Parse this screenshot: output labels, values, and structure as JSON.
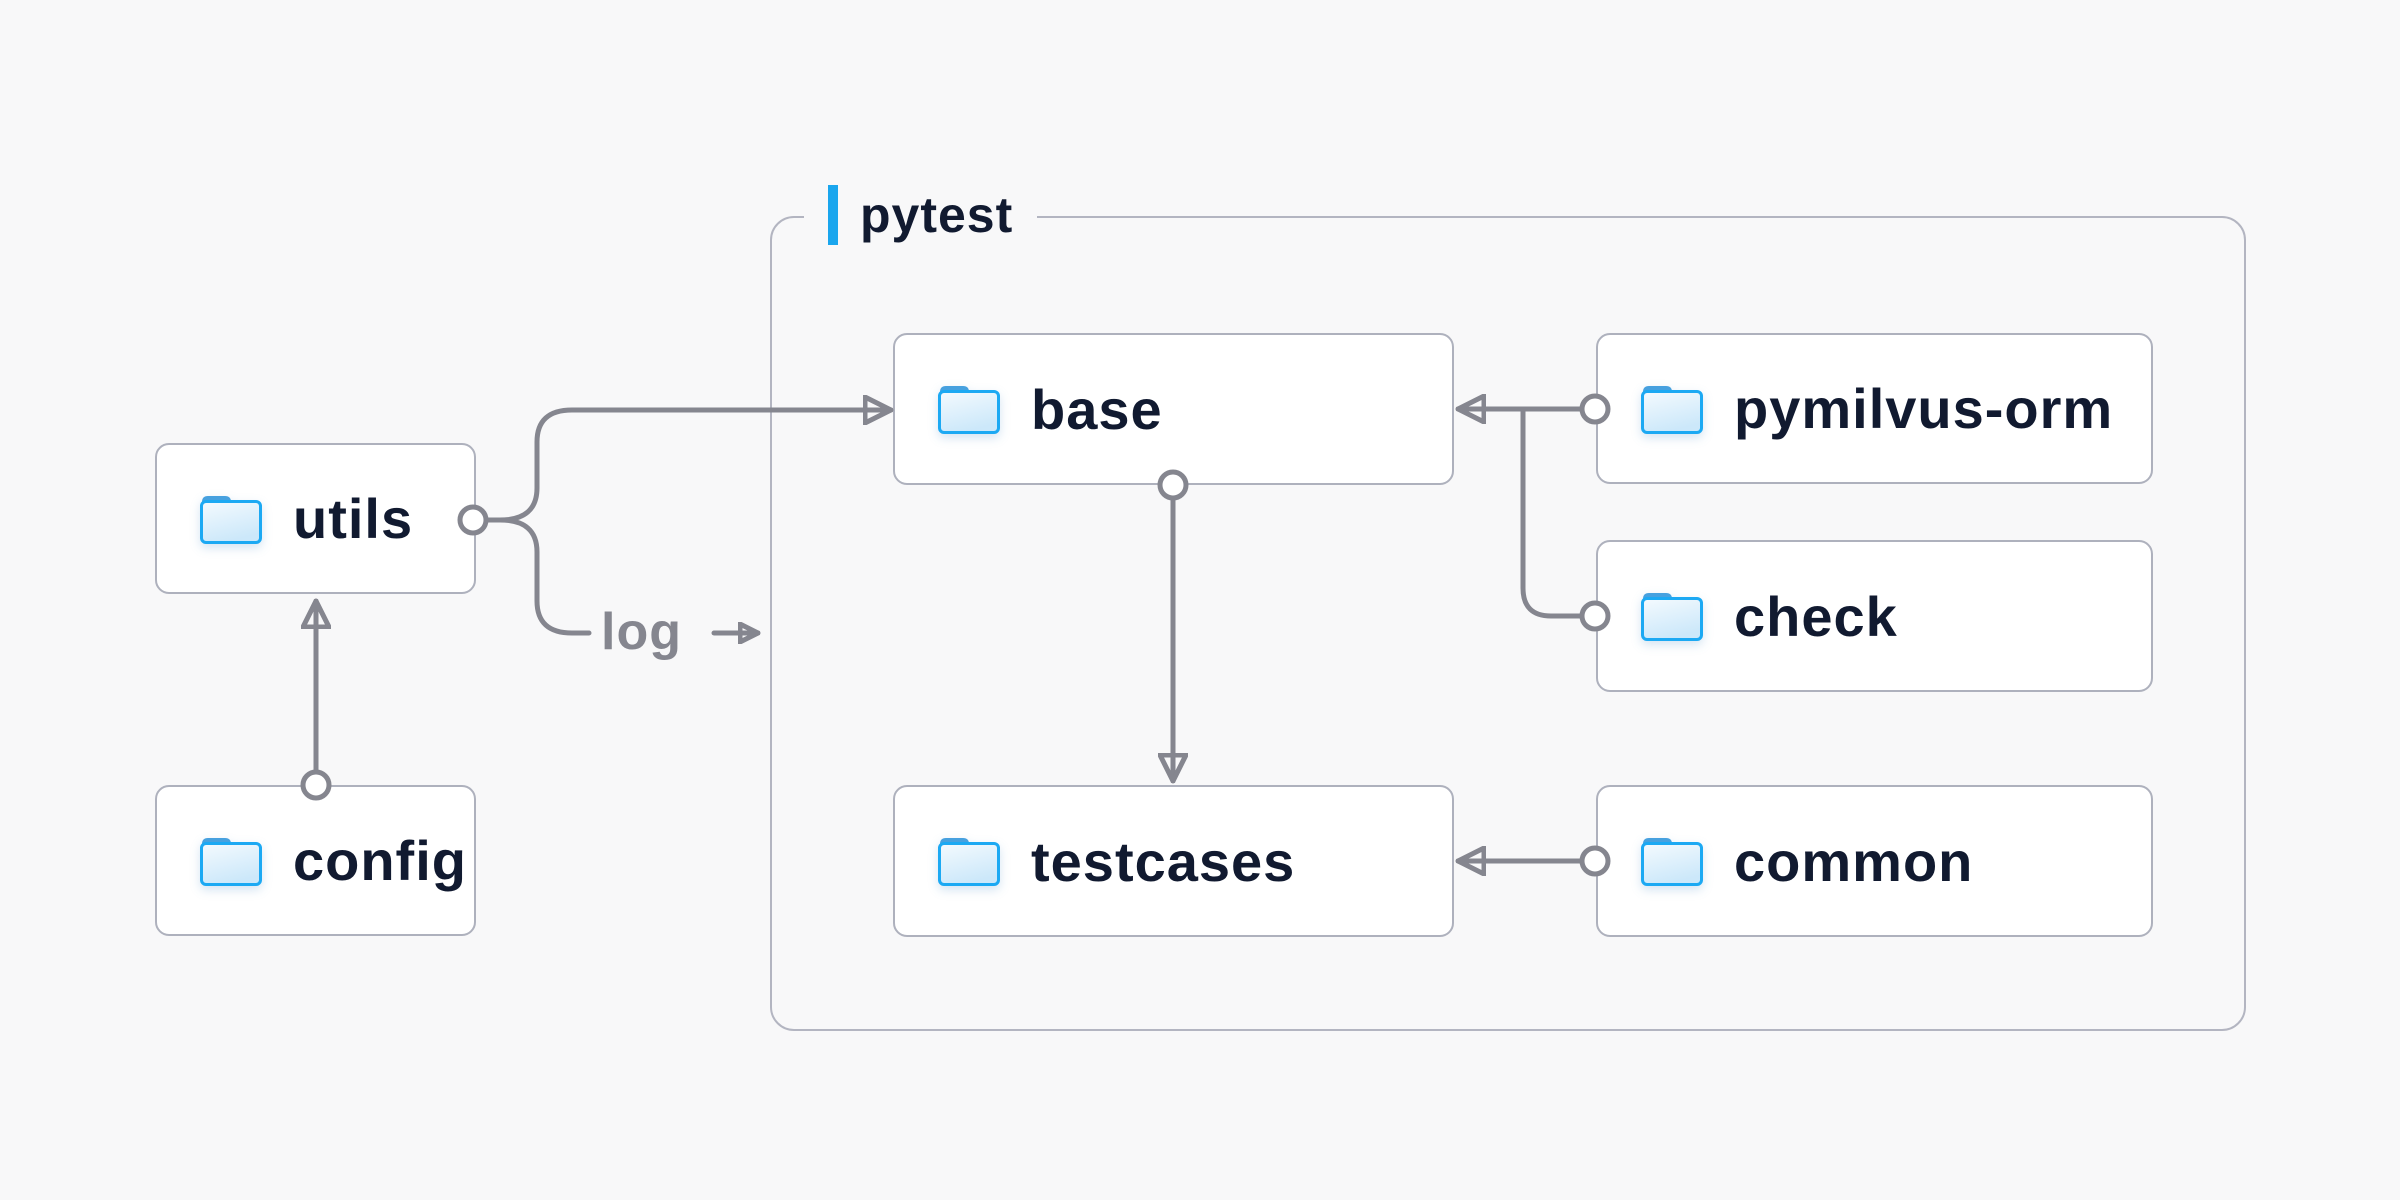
{
  "group": {
    "label": "pytest",
    "accent_color": "#1aa6ee"
  },
  "nodes": [
    {
      "id": "utils",
      "label": "utils",
      "icon": "folder-icon",
      "inside_group": false
    },
    {
      "id": "config",
      "label": "config",
      "icon": "folder-icon",
      "inside_group": false
    },
    {
      "id": "base",
      "label": "base",
      "icon": "folder-icon",
      "inside_group": true
    },
    {
      "id": "pymilvus-orm",
      "label": "pymilvus-orm",
      "icon": "folder-icon",
      "inside_group": true
    },
    {
      "id": "check",
      "label": "check",
      "icon": "folder-icon",
      "inside_group": true
    },
    {
      "id": "testcases",
      "label": "testcases",
      "icon": "folder-icon",
      "inside_group": true
    },
    {
      "id": "common",
      "label": "common",
      "icon": "folder-icon",
      "inside_group": true
    }
  ],
  "edges": [
    {
      "from": "config",
      "to": "utils",
      "label": ""
    },
    {
      "from": "utils",
      "to": "base",
      "label": ""
    },
    {
      "from": "utils",
      "to": "pytest",
      "label": "log"
    },
    {
      "from": "pymilvus-orm",
      "to": "base",
      "label": ""
    },
    {
      "from": "check",
      "to": "base",
      "label": ""
    },
    {
      "from": "base",
      "to": "testcases",
      "label": ""
    },
    {
      "from": "common",
      "to": "testcases",
      "label": ""
    }
  ],
  "colors": {
    "background": "#f8f8f9",
    "node_background": "#ffffff",
    "node_border": "#aeb1bd",
    "group_border": "#b3b5c1",
    "connector": "#85868f",
    "text_primary": "#111a30",
    "text_secondary": "#85868f",
    "accent_blue": "#1aa6ee",
    "folder_stroke": "#1ca9f3",
    "folder_tab": "#47a1df"
  }
}
